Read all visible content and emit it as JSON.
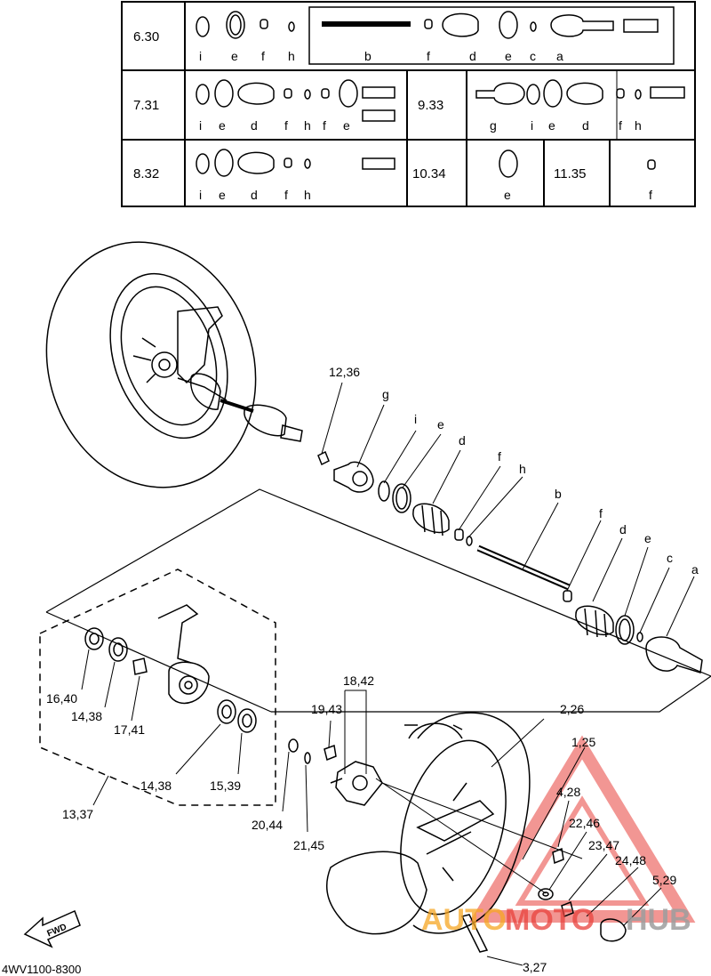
{
  "table": {
    "rows": [
      {
        "ref": "6.30",
        "letters": [
          "i",
          "e",
          "f",
          "h",
          "b",
          "f",
          "d",
          "e",
          "c",
          "a"
        ]
      },
      {
        "ref": "7.31",
        "letters": [
          "i",
          "e",
          "d",
          "f",
          "h",
          "f",
          "e"
        ],
        "ref2": "9.33",
        "letters2": [
          "g",
          "i",
          "e",
          "d",
          "f",
          "h"
        ]
      },
      {
        "ref": "8.32",
        "letters": [
          "i",
          "e",
          "d",
          "f",
          "h"
        ],
        "ref2": "10.34",
        "letters2": [
          "e"
        ],
        "ref3": "11.35",
        "letters3": [
          "f"
        ]
      }
    ]
  },
  "callouts": {
    "c12_36": "12,36",
    "g": "g",
    "i": "i",
    "e": "e",
    "d": "d",
    "f": "f",
    "h": "h",
    "b": "b",
    "f2": "f",
    "d2": "d",
    "e2": "e",
    "c": "c",
    "a": "a",
    "c16_40": "16,40",
    "c14_38a": "14,38",
    "c17_41": "17,41",
    "c14_38b": "14,38",
    "c15_39": "15,39",
    "c13_37": "13,37",
    "c20_44": "20,44",
    "c21_45": "21,45",
    "c18_42": "18,42",
    "c19_43": "19,43",
    "c2_26": "2,26",
    "c1_25": "1,25",
    "c4_28": "4,28",
    "c22_46": "22,46",
    "c23_47": "23,47",
    "c24_48": "24,48",
    "c5_29": "5,29",
    "c3_27": "3,27"
  },
  "fwd_label": "FWD",
  "part_code": "4WV1100-8300",
  "watermark": {
    "text_a": "AUTO",
    "text_b": "MOTO",
    "text_c": "HUB"
  },
  "colors": {
    "line": "#000000",
    "watermark_red": "#e8413c",
    "watermark_orange": "#f5a623",
    "watermark_gray": "#9e9e9e"
  }
}
